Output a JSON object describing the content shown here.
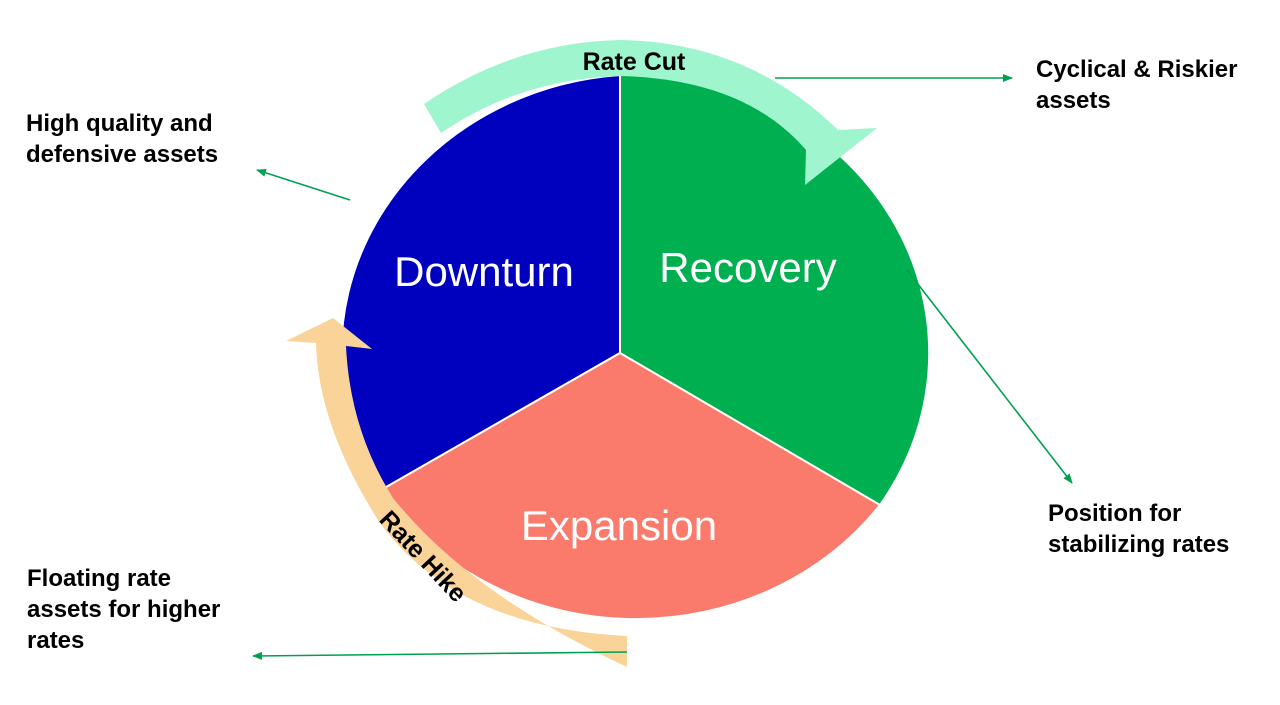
{
  "phases": [
    {
      "id": "downturn",
      "label": "Downturn",
      "color": "#0000BF"
    },
    {
      "id": "recovery",
      "label": "Recovery",
      "color": "#00B050"
    },
    {
      "id": "expansion",
      "label": "Expansion",
      "color": "#FA7A6B"
    }
  ],
  "transitions": {
    "rate_cut": {
      "label": "Rate Cut",
      "color": "#9EF5CE"
    },
    "rate_hike": {
      "label": "Rate Hike",
      "color": "#FAD399"
    }
  },
  "notes": {
    "downturn": [
      "High quality and",
      "defensive assets"
    ],
    "recovery": [
      "Cyclical & Riskier",
      "assets"
    ],
    "stabilizing": [
      "Position for",
      "stabilizing rates"
    ],
    "expansion": [
      "Floating rate",
      "assets for higher",
      "rates"
    ]
  },
  "connector_color": "#00A050"
}
